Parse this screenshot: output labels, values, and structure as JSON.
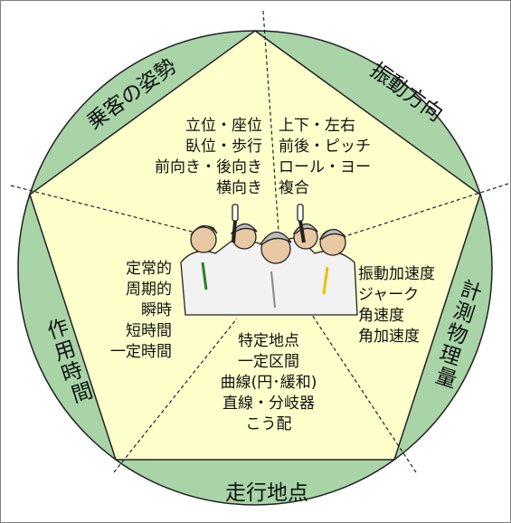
{
  "ring_labels": {
    "posture": "乗客の姿勢",
    "vibration_direction": "振動方向",
    "physical_quantity": "計測物理量",
    "running_location": "走行地点",
    "duration": "作用時間"
  },
  "sectors": {
    "posture": [
      "立位・座位",
      "臥位・歩行",
      "前向き・後向き",
      "横向き"
    ],
    "vibration_direction": [
      "上下・左右",
      "前後・ピッチ",
      "ロール・ヨー",
      "複合"
    ],
    "physical_quantity": [
      "振動加速度",
      "ジャーク",
      "角速度",
      "角加速度"
    ],
    "running_location": [
      "特定地点",
      "一定区間",
      "曲線(円･緩和)",
      "直線・分岐器",
      "こう配"
    ],
    "duration": [
      "定常的",
      "周期的",
      "瞬時",
      "短時間",
      "一定時間"
    ]
  },
  "colors": {
    "ring": "#a8d4a8",
    "pentagon": "#ffffcc",
    "outline": "#222222",
    "suit": "#f2f2f2"
  },
  "illustration": {
    "icon": "standing-passengers-illustration"
  }
}
